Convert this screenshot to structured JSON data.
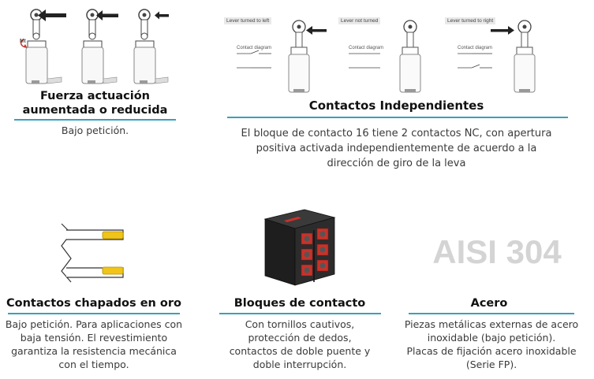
{
  "sections": {
    "fuerza": {
      "title_line1": "Fuerza actuación",
      "title_line2": "aumentada o reducida",
      "desc": "Bajo petición.",
      "label_mt": "Mt"
    },
    "contactos_indep": {
      "title": "Contactos Independientes",
      "desc_line1": "El bloque de contacto 16 tiene 2 contactos NC, con apertura",
      "desc_line2": "positiva activada independientemente de acuerdo a la",
      "desc_line3": "dirección de giro de la leva",
      "panels": [
        {
          "label": "Lever turned to left",
          "diagram": "Contact diagram"
        },
        {
          "label": "Lever not turned",
          "diagram": "Contact diagram"
        },
        {
          "label": "Lever turned to right",
          "diagram": "Contact diagram"
        }
      ]
    },
    "oro": {
      "title": "Contactos chapados en oro",
      "desc_line1": "Bajo petición. Para aplicaciones con",
      "desc_line2": "baja tensión. El revestimiento",
      "desc_line3": "garantiza la resistencia mecánica",
      "desc_line4": "con el tiempo."
    },
    "bloques": {
      "title": "Bloques de contacto",
      "desc_line1": "Con tornillos cautivos,",
      "desc_line2": "protección de dedos,",
      "desc_line3": "contactos de doble puente y",
      "desc_line4": "doble interrupción."
    },
    "acero": {
      "badge": "AISI 304",
      "title": "Acero",
      "desc_line1": "Piezas metálicas externas de acero",
      "desc_line2": "inoxidable (bajo petición).",
      "desc_line3": "Placas de fijación acero inoxidable",
      "desc_line4": "(Serie FP)."
    }
  },
  "colors": {
    "accent_rule": "#3aa0b8",
    "gold": "#f0c419",
    "block_red": "#c8322a",
    "aisi_gray": "#d4d4d4"
  }
}
